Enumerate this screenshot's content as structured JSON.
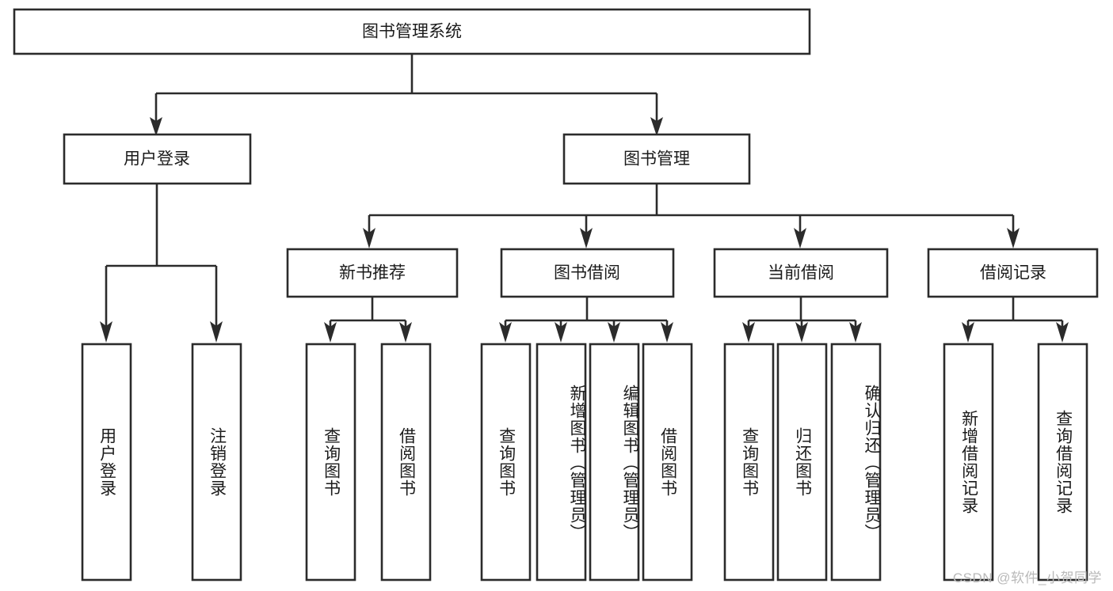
{
  "diagram": {
    "title": "图书管理系统",
    "type": "tree-hierarchy",
    "root": {
      "id": "root",
      "label": "图书管理系统",
      "orientation": "horizontal"
    },
    "level2": [
      {
        "id": "user-login",
        "label": "用户登录",
        "orientation": "horizontal"
      },
      {
        "id": "book-manage",
        "label": "图书管理",
        "orientation": "horizontal"
      }
    ],
    "level3": [
      {
        "id": "new-book-rec",
        "label": "新书推荐",
        "orientation": "horizontal",
        "parent": "book-manage"
      },
      {
        "id": "book-borrow",
        "label": "图书借阅",
        "orientation": "horizontal",
        "parent": "book-manage"
      },
      {
        "id": "current-borrow",
        "label": "当前借阅",
        "orientation": "horizontal",
        "parent": "book-manage"
      },
      {
        "id": "borrow-record",
        "label": "借阅记录",
        "orientation": "horizontal",
        "parent": "book-manage"
      }
    ],
    "leaves": {
      "user_login": [
        {
          "id": "leaf-user-login",
          "label": "用户登录",
          "orientation": "vertical"
        },
        {
          "id": "leaf-logout",
          "label": "注销登录",
          "orientation": "vertical"
        }
      ],
      "new_book_rec": [
        {
          "id": "leaf-query-book-1",
          "label": "查询图书",
          "orientation": "vertical"
        },
        {
          "id": "leaf-borrow-book-1",
          "label": "借阅图书",
          "orientation": "vertical"
        }
      ],
      "book_borrow": [
        {
          "id": "leaf-query-book-2",
          "label": "查询图书",
          "orientation": "vertical"
        },
        {
          "id": "leaf-add-book",
          "label": "新增图书（管理员）",
          "orientation": "vertical"
        },
        {
          "id": "leaf-edit-book",
          "label": "编辑图书（管理员）",
          "orientation": "vertical"
        },
        {
          "id": "leaf-borrow-book-2",
          "label": "借阅图书",
          "orientation": "vertical"
        }
      ],
      "current_borrow": [
        {
          "id": "leaf-query-book-3",
          "label": "查询图书",
          "orientation": "vertical"
        },
        {
          "id": "leaf-return-book",
          "label": "归还图书",
          "orientation": "vertical"
        },
        {
          "id": "leaf-confirm-return",
          "label": "确认归还（管理员）",
          "orientation": "vertical"
        }
      ],
      "borrow_record": [
        {
          "id": "leaf-add-record",
          "label": "新增借阅记录",
          "orientation": "vertical"
        },
        {
          "id": "leaf-query-record",
          "label": "查询借阅记录",
          "orientation": "vertical"
        }
      ]
    },
    "colors": {
      "background": "#ffffff",
      "box_fill": "#ffffff",
      "box_stroke": "#2b2b2b",
      "connector": "#2b2b2b",
      "text": "#1b1b1b",
      "watermark": "#b9b9b9"
    }
  },
  "watermark": {
    "text": "CSDN @软件_小贺同学"
  }
}
